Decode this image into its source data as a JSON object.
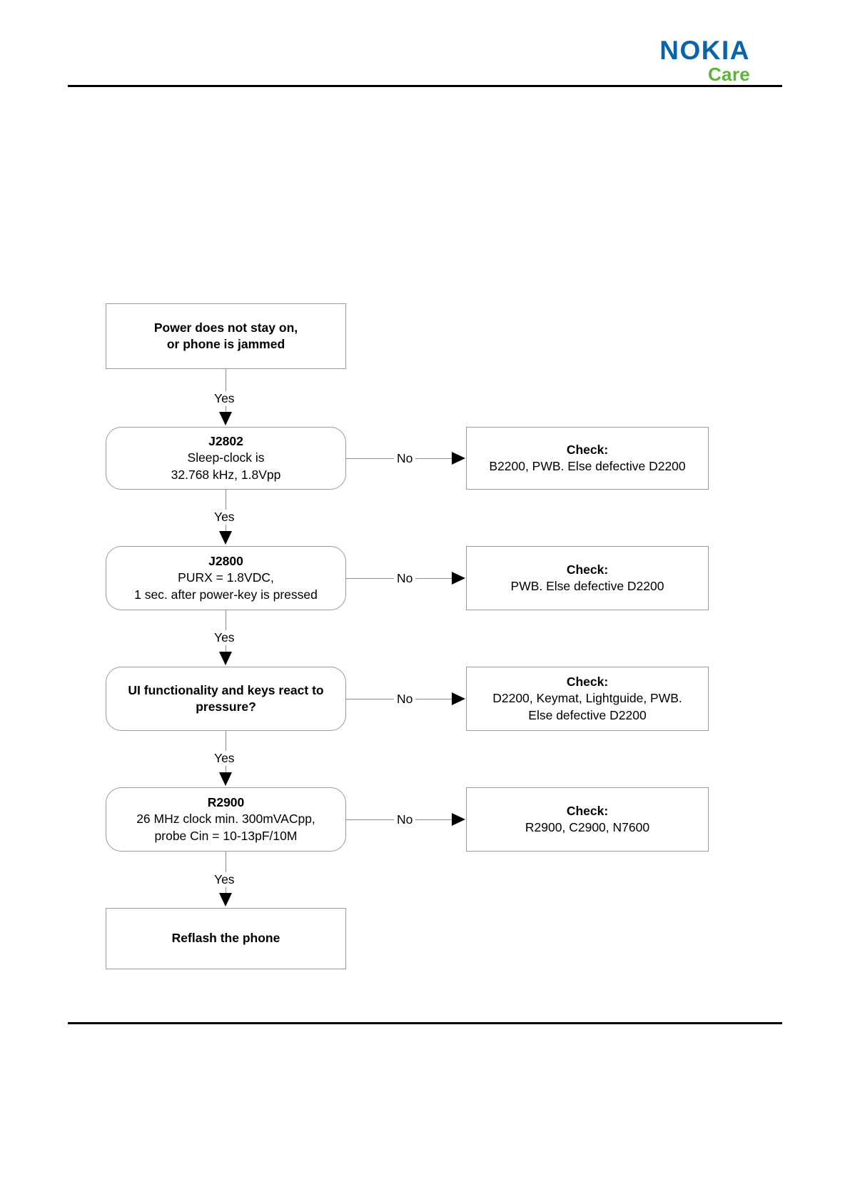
{
  "header": {
    "logo_primary": "NOKIA",
    "logo_secondary": "Care",
    "logo_primary_color": "#0a64aa",
    "logo_secondary_color": "#5fb33b"
  },
  "flow": {
    "start": {
      "line1": "Power does not stay on,",
      "line2": "or phone is jammed"
    },
    "steps": [
      {
        "title": "J2802",
        "line1": "Sleep-clock is",
        "line2": "32.768 kHz, 1.8Vpp",
        "yes_label": "Yes",
        "no_label": "No",
        "check": {
          "title": "Check:",
          "line1": "B2200, PWB. Else defective D2200",
          "line2": ""
        }
      },
      {
        "title": "J2800",
        "line1": "PURX = 1.8VDC,",
        "line2": "1 sec. after power-key is pressed",
        "yes_label": "Yes",
        "no_label": "No",
        "check": {
          "title": "Check:",
          "line1": "PWB. Else defective D2200",
          "line2": ""
        }
      },
      {
        "title": "UI functionality and keys react to",
        "line1": "pressure?",
        "line2": "",
        "yes_label": "Yes",
        "no_label": "No",
        "check": {
          "title": "Check:",
          "line1": "D2200, Keymat, Lightguide, PWB.",
          "line2": "Else defective D2200"
        }
      },
      {
        "title": "R2900",
        "line1": "26 MHz clock min. 300mVACpp,",
        "line2": "probe Cin = 10-13pF/10M",
        "yes_label": "Yes",
        "no_label": "No",
        "check": {
          "title": "Check:",
          "line1": "R2900, C2900, N7600",
          "line2": ""
        }
      }
    ],
    "final_yes_label": "Yes",
    "end": {
      "label": "Reflash the phone"
    }
  }
}
